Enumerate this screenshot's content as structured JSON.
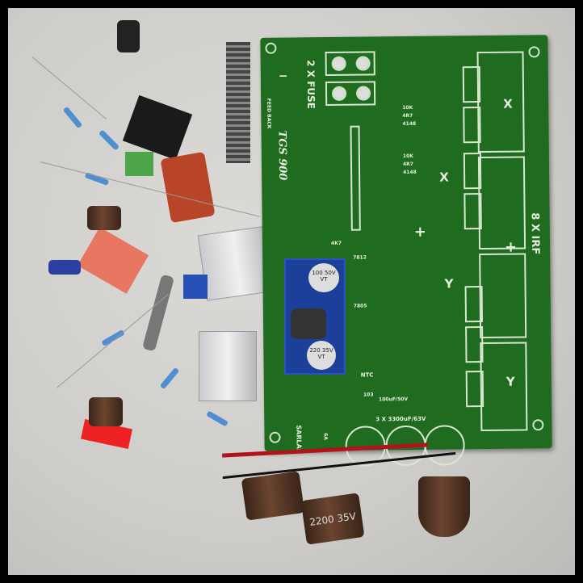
{
  "pcb": {
    "color": "#1f6b1f",
    "fuse_label": "2 X FUSE",
    "feedback_label": "FEED BACK",
    "model_label": "TGS 900",
    "mosfet_label": "8 X IRF",
    "channel_x": "X",
    "channel_y": "Y",
    "plus": "+",
    "minus": "−",
    "resistor_10k": "10K",
    "resistor_4r7": "4R7",
    "diode_4148": "4148",
    "resistor_4k7": "4K7",
    "reg_7812": "7812",
    "reg_7805": "7805",
    "ntc": "NTC",
    "ntc_value": "103",
    "small_cap": "100uF/50V",
    "main_caps": "3 X 3300uF/63V",
    "speakers": "SARLAR",
    "fuse_6a": "6A"
  },
  "module": {
    "cap_top": "100 50V VT",
    "cap_bottom": "220 35V VT",
    "color": "#1c3f9a"
  },
  "loose_caps": {
    "cap_2200": "2200 35V"
  }
}
